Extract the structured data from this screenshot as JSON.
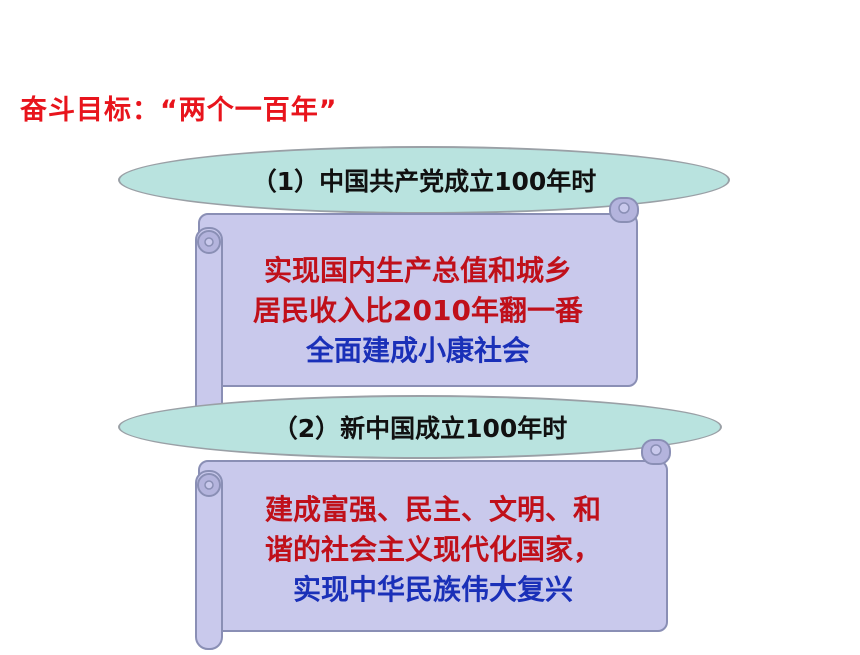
{
  "heading": "奋斗目标：“两个一百年”",
  "goals": [
    {
      "label": "（1）中国共产党成立100年时",
      "lines": [
        "实现国内生产总值和城乡",
        "居民收入比2010年翻一番"
      ],
      "highlight": "全面建成小康社会"
    },
    {
      "label": "（2）新中国成立100年时",
      "lines": [
        "建成富强、民主、文明、和",
        "谐的社会主义现代化国家，"
      ],
      "highlight": "实现中华民族伟大复兴"
    }
  ],
  "colors": {
    "heading": "#e8141c",
    "body_text": "#c0101a",
    "highlight_text": "#1a30b8",
    "ellipse_fill": "#b9e3df",
    "scroll_fill": "#c9c9ec"
  }
}
